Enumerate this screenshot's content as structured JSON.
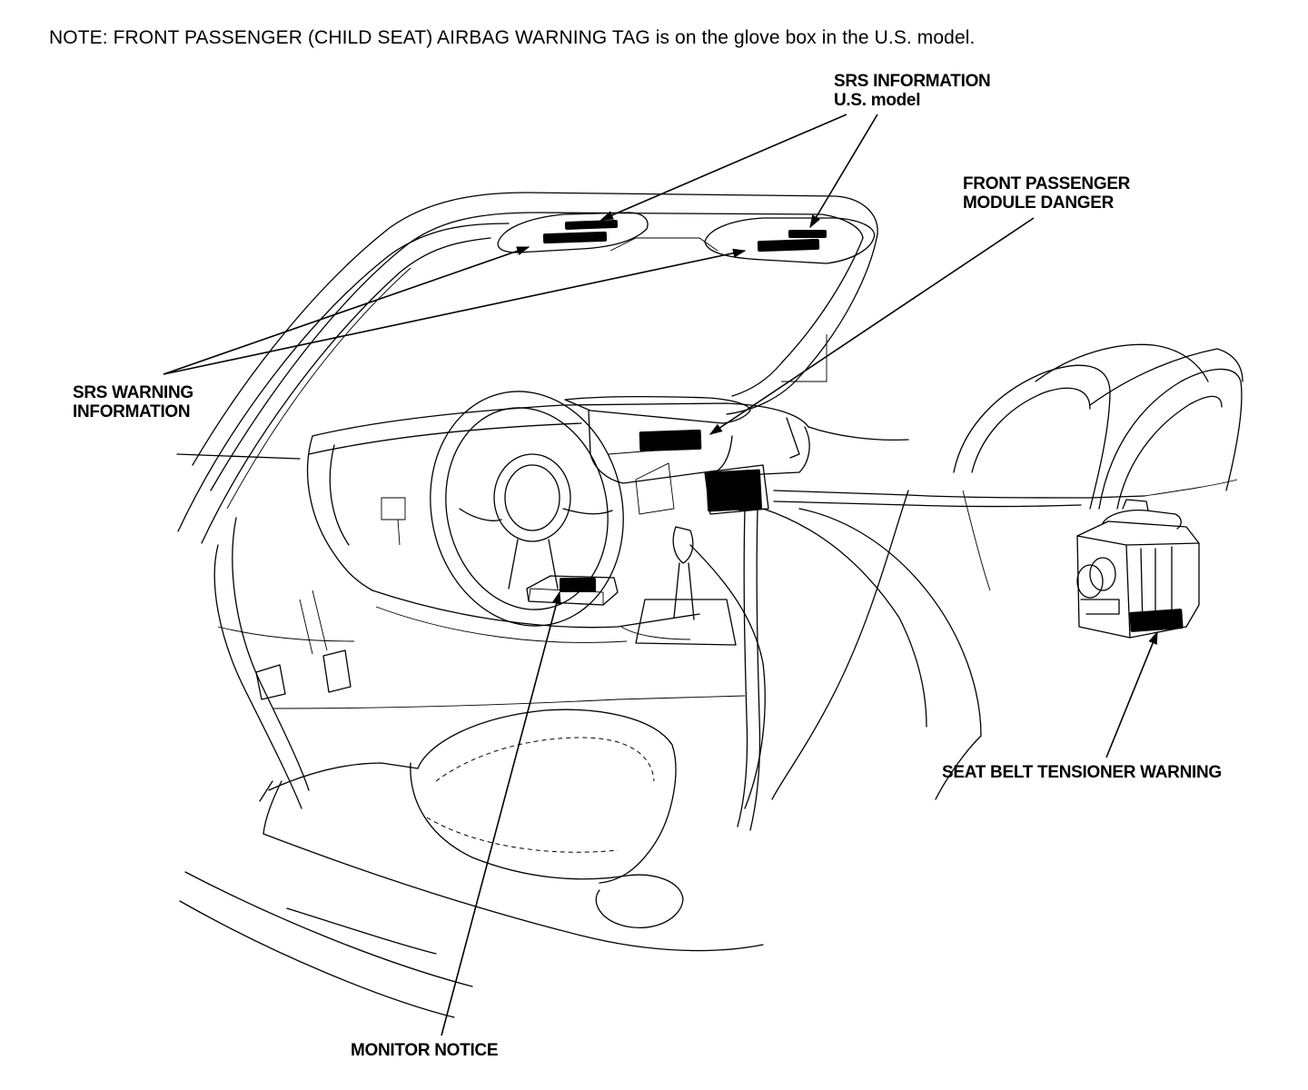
{
  "note": "NOTE: FRONT PASSENGER (CHILD SEAT) AIRBAG WARNING TAG is on the glove box in the U.S. model.",
  "labels": {
    "srs_information": [
      "SRS INFORMATION",
      "U.S. model"
    ],
    "front_passenger": [
      "FRONT PASSENGER",
      "MODULE DANGER"
    ],
    "srs_warning": [
      "SRS WARNING",
      "INFORMATION"
    ],
    "seat_belt": "SEAT BELT TENSIONER WARNING",
    "monitor_notice": "MONITOR NOTICE"
  }
}
